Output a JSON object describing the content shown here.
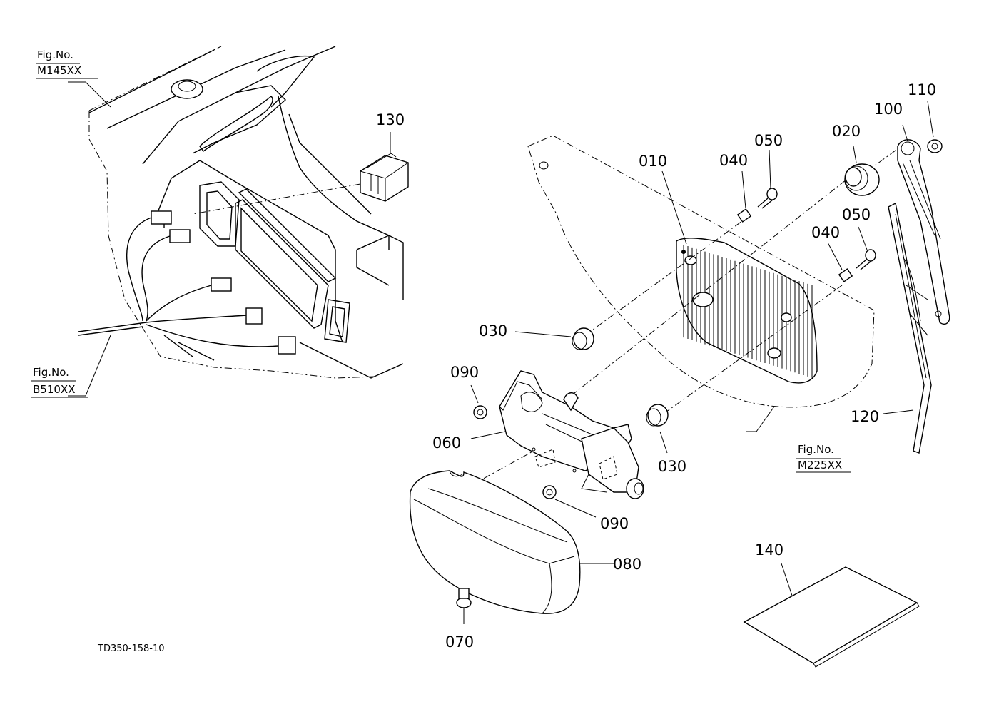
{
  "figure_refs": {
    "top_left": {
      "label": "Fig.No.",
      "code": "M145XX"
    },
    "bottom_left": {
      "label": "Fig.No.",
      "code": "B510XX"
    },
    "right": {
      "label": "Fig.No.",
      "code": "M225XX"
    }
  },
  "part_numbers": {
    "p010": "010",
    "p020": "020",
    "p030_upper": "030",
    "p030_lower": "030",
    "p040_upper": "040",
    "p040_lower": "040",
    "p050_upper": "050",
    "p050_lower": "050",
    "p060": "060",
    "p070": "070",
    "p080": "080",
    "p090_upper": "090",
    "p090_lower": "090",
    "p100": "100",
    "p110": "110",
    "p120": "120",
    "p130": "130",
    "p140": "140"
  },
  "drawing_code": "TD350-158-10"
}
